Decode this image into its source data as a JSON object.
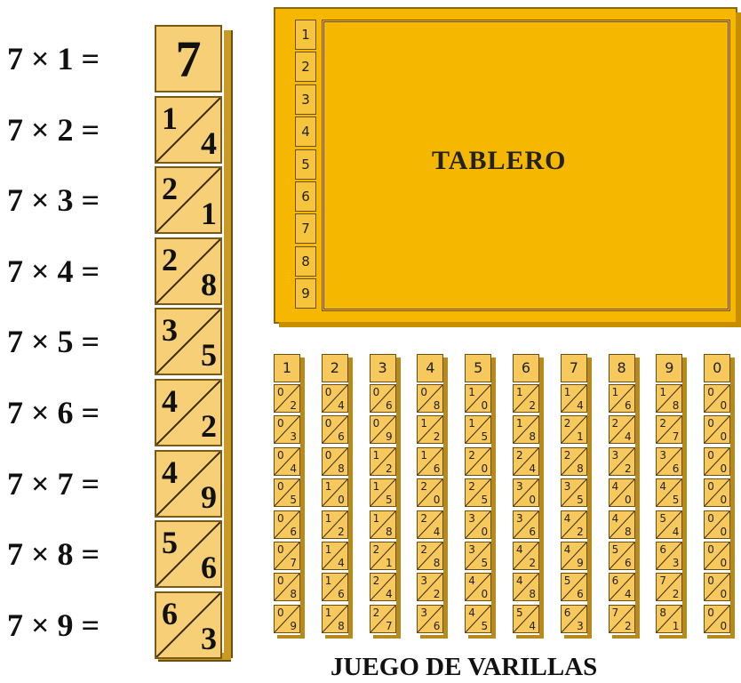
{
  "equations": [
    "7 × 1 =",
    "7 × 2 =",
    "7 × 3 =",
    "7 × 4 =",
    "7 × 5 =",
    "7 × 6 =",
    "7 × 7 =",
    "7 × 8 =",
    "7 × 9 ="
  ],
  "big_rod": {
    "head": "7",
    "cells": [
      [
        "1",
        "4"
      ],
      [
        "2",
        "1"
      ],
      [
        "2",
        "8"
      ],
      [
        "3",
        "5"
      ],
      [
        "4",
        "2"
      ],
      [
        "4",
        "9"
      ],
      [
        "5",
        "6"
      ],
      [
        "6",
        "3"
      ]
    ]
  },
  "tablero": {
    "label": "TABLERO",
    "row_numbers": [
      "1",
      "2",
      "3",
      "4",
      "5",
      "6",
      "7",
      "8",
      "9"
    ]
  },
  "rods": [
    {
      "head": "1",
      "cells": [
        [
          "0",
          "2"
        ],
        [
          "0",
          "3"
        ],
        [
          "0",
          "4"
        ],
        [
          "0",
          "5"
        ],
        [
          "0",
          "6"
        ],
        [
          "0",
          "7"
        ],
        [
          "0",
          "8"
        ],
        [
          "0",
          "9"
        ]
      ]
    },
    {
      "head": "2",
      "cells": [
        [
          "0",
          "4"
        ],
        [
          "0",
          "6"
        ],
        [
          "0",
          "8"
        ],
        [
          "1",
          "0"
        ],
        [
          "1",
          "2"
        ],
        [
          "1",
          "4"
        ],
        [
          "1",
          "6"
        ],
        [
          "1",
          "8"
        ]
      ]
    },
    {
      "head": "3",
      "cells": [
        [
          "0",
          "6"
        ],
        [
          "0",
          "9"
        ],
        [
          "1",
          "2"
        ],
        [
          "1",
          "5"
        ],
        [
          "1",
          "8"
        ],
        [
          "2",
          "1"
        ],
        [
          "2",
          "4"
        ],
        [
          "2",
          "7"
        ]
      ]
    },
    {
      "head": "4",
      "cells": [
        [
          "0",
          "8"
        ],
        [
          "1",
          "2"
        ],
        [
          "1",
          "6"
        ],
        [
          "2",
          "0"
        ],
        [
          "2",
          "4"
        ],
        [
          "2",
          "8"
        ],
        [
          "3",
          "2"
        ],
        [
          "3",
          "6"
        ]
      ]
    },
    {
      "head": "5",
      "cells": [
        [
          "1",
          "0"
        ],
        [
          "1",
          "5"
        ],
        [
          "2",
          "0"
        ],
        [
          "2",
          "5"
        ],
        [
          "3",
          "0"
        ],
        [
          "3",
          "5"
        ],
        [
          "4",
          "0"
        ],
        [
          "4",
          "5"
        ]
      ]
    },
    {
      "head": "6",
      "cells": [
        [
          "1",
          "2"
        ],
        [
          "1",
          "8"
        ],
        [
          "2",
          "4"
        ],
        [
          "3",
          "0"
        ],
        [
          "3",
          "6"
        ],
        [
          "4",
          "2"
        ],
        [
          "4",
          "8"
        ],
        [
          "5",
          "4"
        ]
      ]
    },
    {
      "head": "7",
      "cells": [
        [
          "1",
          "4"
        ],
        [
          "2",
          "1"
        ],
        [
          "2",
          "8"
        ],
        [
          "3",
          "5"
        ],
        [
          "4",
          "2"
        ],
        [
          "4",
          "9"
        ],
        [
          "5",
          "6"
        ],
        [
          "6",
          "3"
        ]
      ]
    },
    {
      "head": "8",
      "cells": [
        [
          "1",
          "6"
        ],
        [
          "2",
          "4"
        ],
        [
          "3",
          "2"
        ],
        [
          "4",
          "0"
        ],
        [
          "4",
          "8"
        ],
        [
          "5",
          "6"
        ],
        [
          "6",
          "4"
        ],
        [
          "7",
          "2"
        ]
      ]
    },
    {
      "head": "9",
      "cells": [
        [
          "1",
          "8"
        ],
        [
          "2",
          "7"
        ],
        [
          "3",
          "6"
        ],
        [
          "4",
          "5"
        ],
        [
          "5",
          "4"
        ],
        [
          "6",
          "3"
        ],
        [
          "7",
          "2"
        ],
        [
          "8",
          "1"
        ]
      ]
    },
    {
      "head": "0",
      "cells": [
        [
          "0",
          "0"
        ],
        [
          "0",
          "0"
        ],
        [
          "0",
          "0"
        ],
        [
          "0",
          "0"
        ],
        [
          "0",
          "0"
        ],
        [
          "0",
          "0"
        ],
        [
          "0",
          "0"
        ],
        [
          "0",
          "0"
        ]
      ]
    }
  ],
  "rods_label": "JUEGO DE VARILLAS",
  "colors": {
    "rod_fill": "#f6cf77",
    "board_fill": "#f5b700",
    "outline": "#6b4e10"
  }
}
